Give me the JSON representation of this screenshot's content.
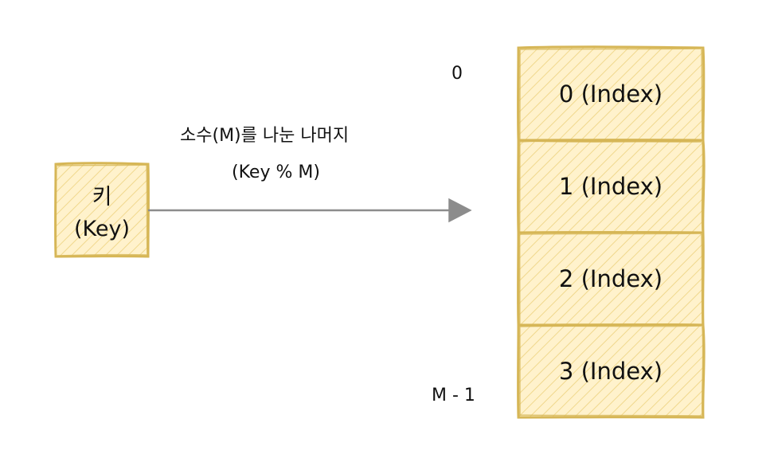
{
  "diagram": {
    "key_box": {
      "line1": "키",
      "line2": "(Key)"
    },
    "arrow_label": {
      "line1": "소수(M)를 나눈 나머지",
      "line2": "(Key % M)"
    },
    "index_labels": {
      "top": "0",
      "bottom": "M - 1"
    },
    "cells": [
      {
        "label": "0 (Index)"
      },
      {
        "label": "1 (Index)"
      },
      {
        "label": "2 (Index)"
      },
      {
        "label": "3 (Index)"
      }
    ]
  },
  "colors": {
    "box_stroke": "#d6b656",
    "box_fill": "#fff2cc",
    "hatch": "#f0d88d",
    "arrow": "#8c8c8c",
    "text": "#111111"
  }
}
